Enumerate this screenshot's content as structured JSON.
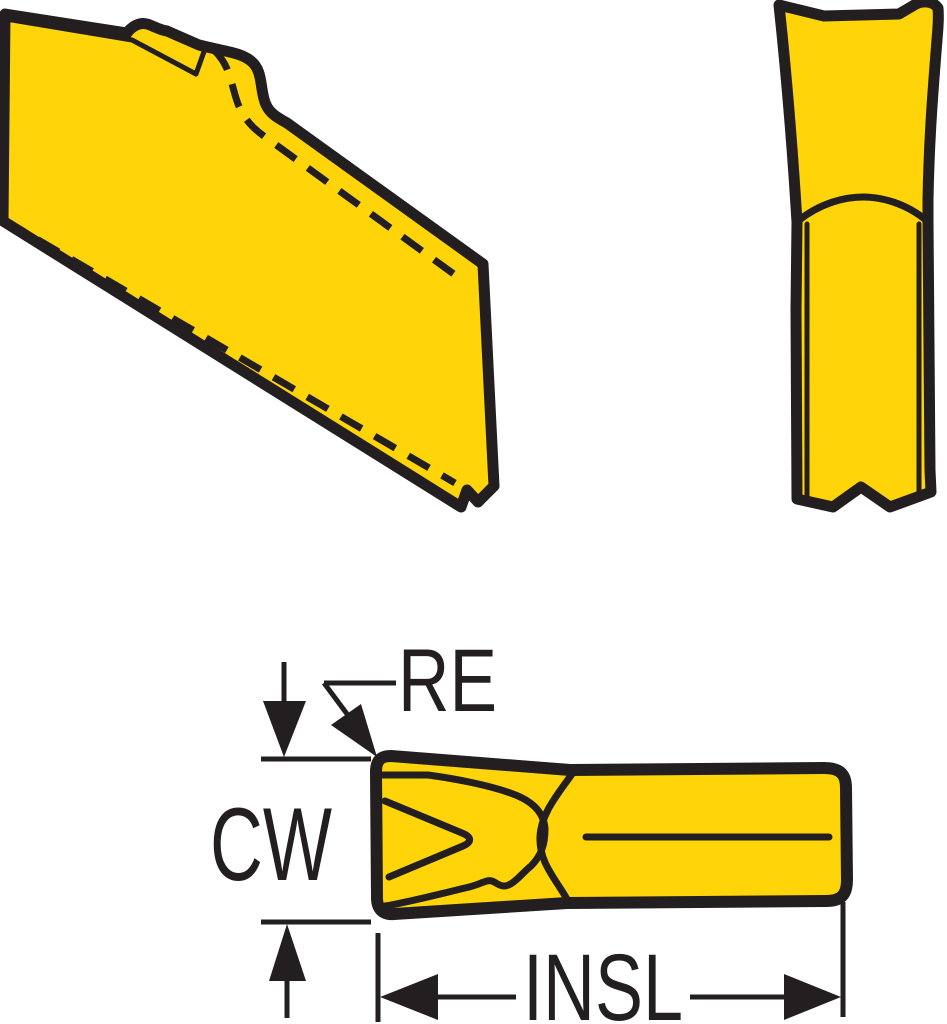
{
  "labels": {
    "re": "RE",
    "cw": "CW",
    "insl": "INSL"
  },
  "colors": {
    "insert_fill": "#ffd408",
    "line": "#231f20",
    "background": "#ffffff"
  }
}
